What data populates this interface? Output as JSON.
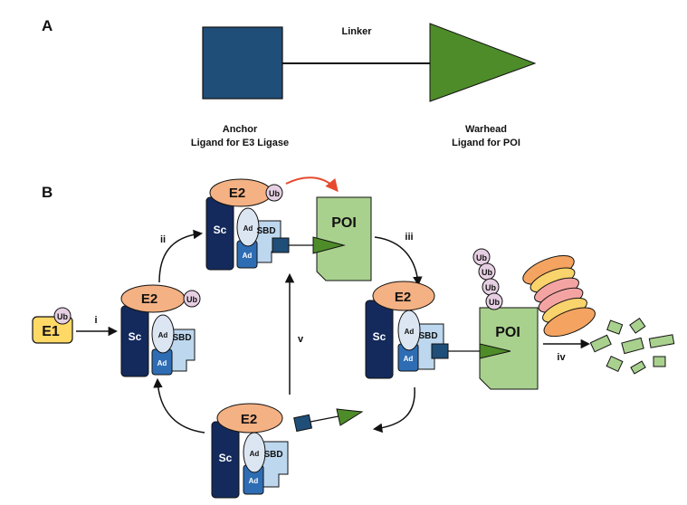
{
  "panel_a": {
    "letter": "A",
    "linker_label": "Linker",
    "anchor_title": "Anchor",
    "anchor_subtitle": "Ligand for E3 Ligase",
    "warhead_title": "Warhead",
    "warhead_subtitle": "Ligand for POI"
  },
  "panel_b": {
    "letter": "B",
    "e1_label": "E1",
    "ub_label": "Ub",
    "e2_label": "E2",
    "sc_label": "Sc",
    "ad_label": "Ad",
    "sbd_label": "SBD",
    "poi_label": "POI",
    "steps": {
      "i": "i",
      "ii": "ii",
      "iii": "iii",
      "iv": "iv",
      "v": "v"
    }
  },
  "colors": {
    "anchor_blue": "#1f4e79",
    "warhead_green": "#4e8c2a",
    "scaffold_navy": "#142a5c",
    "adaptor_blue": "#2e6db4",
    "sbd_lightblue": "#bdd7ee",
    "e2_orange": "#f4b183",
    "ub_pink": "#e6cfe3",
    "e1_yellow": "#ffd966",
    "poi_green": "#a9d18e",
    "transfer_arrow_red": "#e64a2e"
  }
}
